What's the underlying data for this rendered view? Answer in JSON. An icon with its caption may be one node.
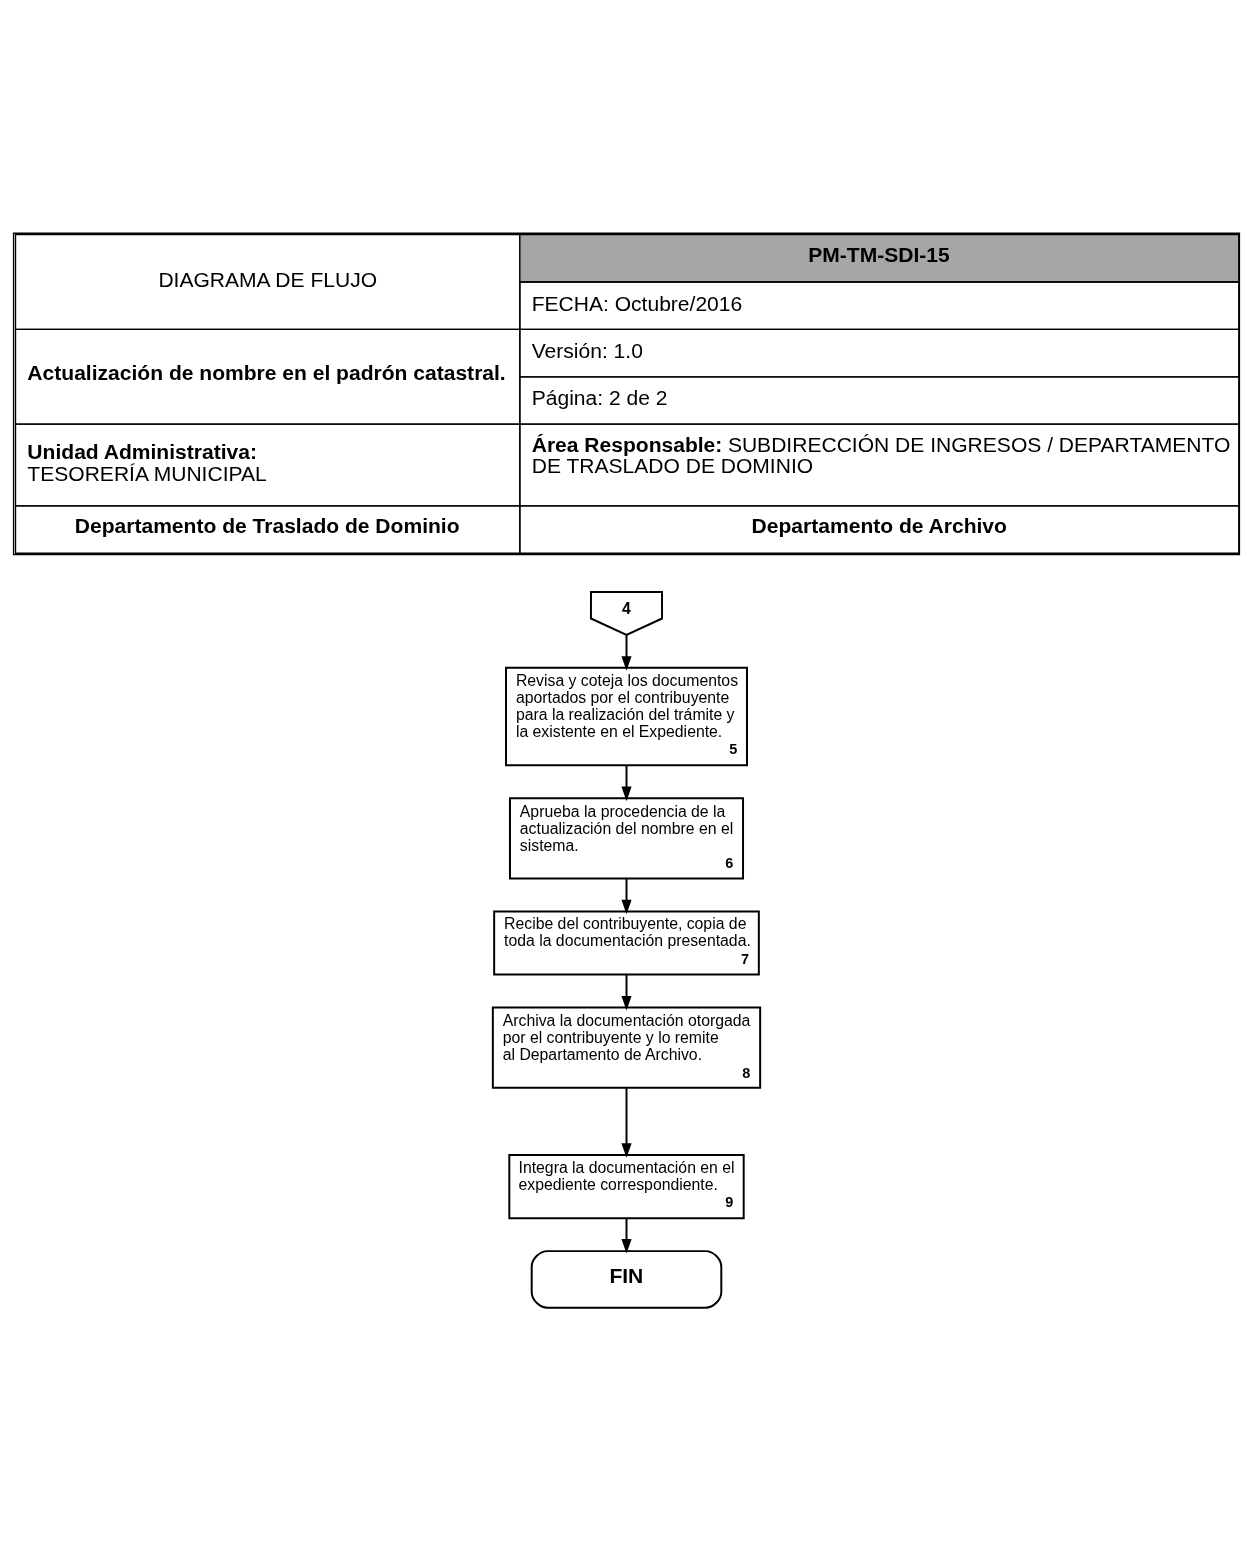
{
  "diagram": {
    "nodes": [
      {
        "text": [
          "4"
        ]
      },
      {
        "text": [
          "Revisa y coteja los documentos aportados por el contribuyente para la realización del trámite y la existente en el Expediente.",
          "5"
        ]
      },
      {
        "text": [
          "Aprueba la procedencia de la actualización del nombre en el sistema.",
          "6"
        ]
      },
      {
        "text": [
          "Recibe del contribuyente, copia de toda la documentación presentada.",
          "7"
        ]
      },
      {
        "text": [
          "Archiva la documentación otorgada por el contribuyente y lo remite al Departamento de Archivo.",
          "8"
        ]
      },
      {
        "text": [
          "Integra la documentación en el expediente correspondiente.",
          "9"
        ]
      },
      {
        "text": [
          "FIN"
        ]
      }
    ],
    "edges": [
      {
        "from": 0,
        "to": 1,
        "arrow": "to"
      },
      {
        "from": 1,
        "to": 2,
        "arrow": "to"
      },
      {
        "from": 2,
        "to": 3,
        "arrow": "to"
      },
      {
        "from": 3,
        "to": 4,
        "arrow": "to"
      },
      {
        "from": 4,
        "to": 5,
        "arrow": "to"
      },
      {
        "from": 5,
        "to": 6,
        "arrow": "to"
      }
    ],
    "labels": [
      "DIAGRAMA DE FLUJO",
      "PM-TM-SDI-15",
      "FECHA: Octubre/2016",
      "Actualización de nombre en el padrón catastral.",
      "Versión: 1.0",
      "Página: 2 de 2",
      "Unidad Administrativa:",
      "TESORERÍA MUNICIPAL",
      "Área Responsable:",
      "SUBDIRECCIÓN DE INGRESOS / DEPARTAMENTO DE TRASLADO DE DOMINIO",
      "Departamento de Traslado de Dominio",
      "Departamento de Archivo"
    ]
  }
}
